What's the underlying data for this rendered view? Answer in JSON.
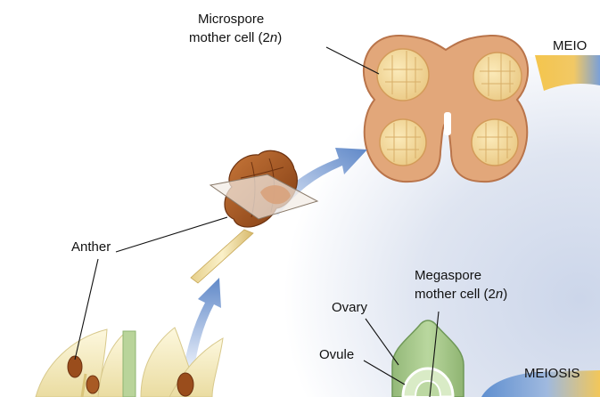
{
  "labels": {
    "microspore_line1": "Microspore",
    "microspore_line2_prefix": "mother cell (2",
    "microspore_line2_n": "n",
    "microspore_line2_suffix": ")",
    "meiosis_top": "MEIO",
    "anther": "Anther",
    "megaspore_line1": "Megaspore",
    "megaspore_line2_prefix": "mother cell (2",
    "megaspore_line2_n": "n",
    "megaspore_line2_suffix": ")",
    "ovary": "Ovary",
    "ovule": "Ovule",
    "meiosis_bottom": "MEIOSIS"
  },
  "colors": {
    "background_wash": "#d9e0ef",
    "anther_tissue": "#e2a77a",
    "pollen_sac": "#f3d9a1",
    "arrow_blue": "#6f95cf",
    "meiosis_band": "#f2c75a",
    "ovary_green": "#a7c98b",
    "petal": "#f6efc8",
    "anther_brown": "#9a4d1c"
  }
}
